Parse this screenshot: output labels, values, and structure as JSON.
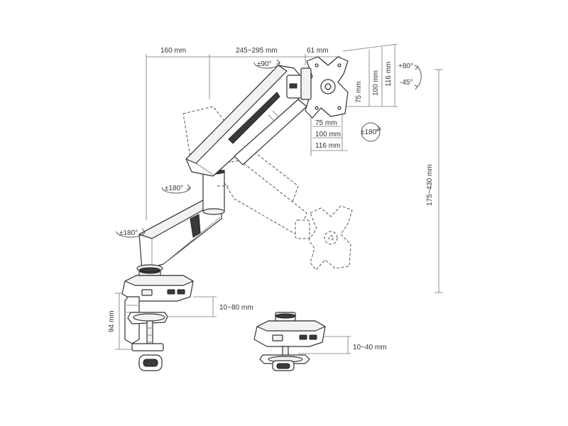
{
  "dimensions": {
    "top_160": "160 mm",
    "top_reach": "245~295 mm",
    "top_61": "61 mm",
    "vesa_75_h": "75 mm",
    "vesa_100_h": "100 mm",
    "vesa_116_h": "116 mm",
    "vesa_75_w": "75 mm",
    "vesa_100_w": "100 mm",
    "vesa_116_w": "116 mm",
    "height_range": "175~430 mm",
    "clamp_height": "94 mm",
    "clamp_thickness": "10~80 mm",
    "grommet_thickness": "10~40 mm"
  },
  "rotations": {
    "swivel_head": "±90°",
    "rotate_head": "±180°",
    "mid_joint": "±180°",
    "base_joint": "±180°",
    "tilt_up": "+80°",
    "tilt_down": "-45°"
  },
  "colors": {
    "line": "#333333",
    "dimension": "#777777",
    "accent_dark": "#3a3a3a"
  },
  "icons": {
    "rotation": "curved-arrow-icon",
    "tilt": "tilt-arrow-icon"
  }
}
